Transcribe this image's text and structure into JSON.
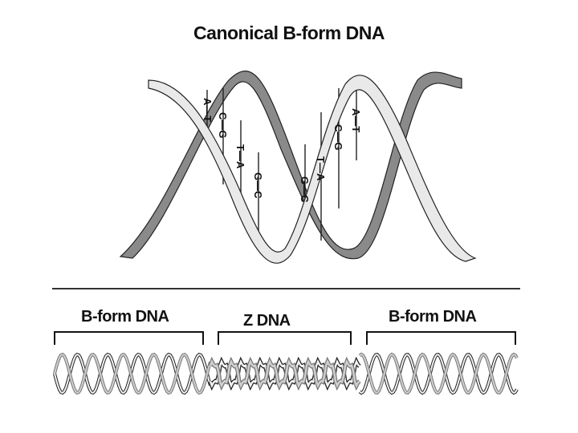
{
  "title": "Canonical B-form DNA",
  "base_pairs": {
    "left_turn": [
      "A—T",
      "C—G",
      "T—A",
      "G—C"
    ],
    "right_turn": [
      "A—T",
      "C—G",
      "T—A",
      "G—C"
    ]
  },
  "segments": [
    {
      "label": "B-form DNA"
    },
    {
      "label": "Z DNA"
    },
    {
      "label": "B-form DNA"
    }
  ],
  "colors": {
    "strand_fill": "#e9e9e9",
    "strand_back": "#8a8a8a",
    "outline": "#222222"
  }
}
